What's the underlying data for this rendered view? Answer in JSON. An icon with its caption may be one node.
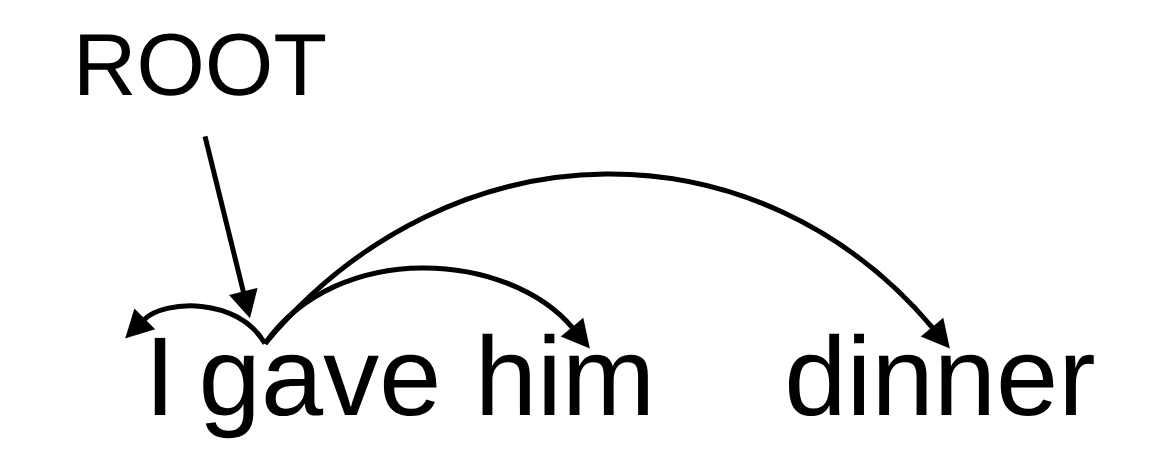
{
  "diagram": {
    "nodes": [
      {
        "text": [
          "ROOT"
        ]
      },
      {
        "text": [
          "I"
        ]
      },
      {
        "text": [
          "gave"
        ]
      },
      {
        "text": [
          "him"
        ]
      },
      {
        "text": [
          "dinner"
        ]
      }
    ],
    "edges": [
      {
        "from": 0,
        "to": 2,
        "arrow": "to"
      },
      {
        "from": 2,
        "to": 1,
        "arrow": "to"
      },
      {
        "from": 2,
        "to": 3,
        "arrow": "to"
      },
      {
        "from": 2,
        "to": 4,
        "arrow": "to"
      }
    ]
  }
}
